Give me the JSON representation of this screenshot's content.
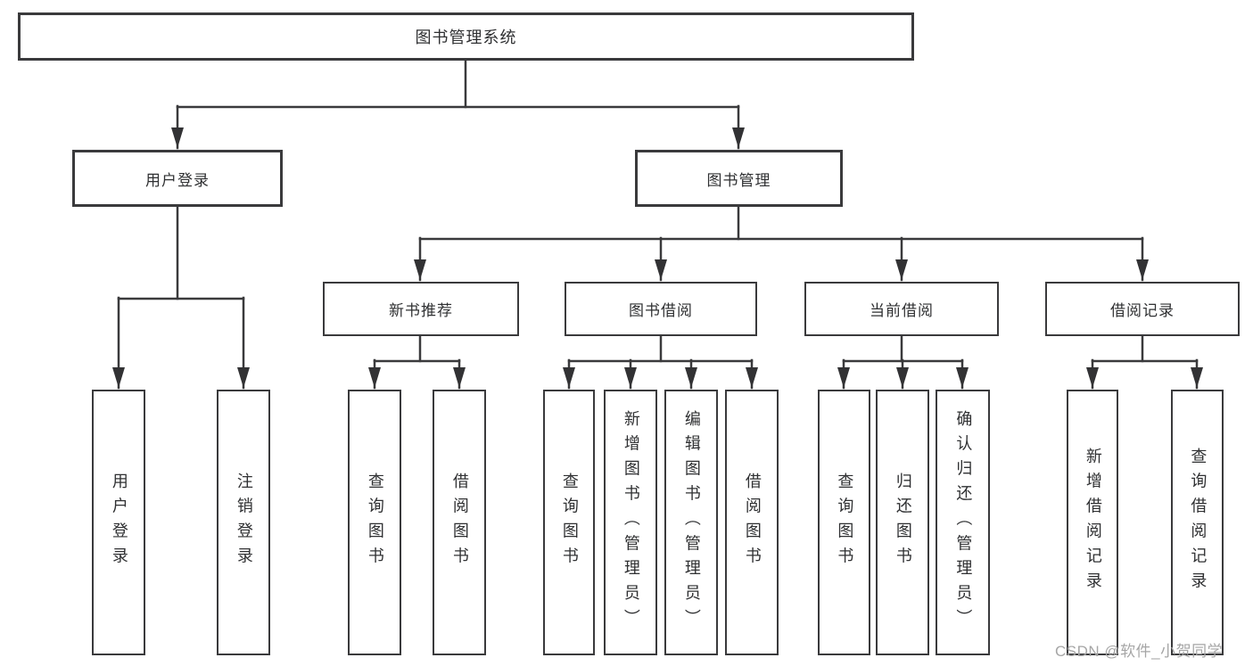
{
  "tree": {
    "label": "图书管理系统",
    "children": [
      {
        "label": "用户登录",
        "children": [
          {
            "label": "用户登录"
          },
          {
            "label": "注销登录"
          }
        ]
      },
      {
        "label": "图书管理",
        "children": [
          {
            "label": "新书推荐",
            "children": [
              {
                "label": "查询图书"
              },
              {
                "label": "借阅图书"
              }
            ]
          },
          {
            "label": "图书借阅",
            "children": [
              {
                "label": "查询图书"
              },
              {
                "label": "新增图书（管理员）"
              },
              {
                "label": "编辑图书（管理员）"
              },
              {
                "label": "借阅图书"
              }
            ]
          },
          {
            "label": "当前借阅",
            "children": [
              {
                "label": "查询图书"
              },
              {
                "label": "归还图书"
              },
              {
                "label": "确认归还（管理员）"
              }
            ]
          },
          {
            "label": "借阅记录",
            "children": [
              {
                "label": "新增借阅记录"
              },
              {
                "label": "查询借阅记录"
              }
            ]
          }
        ]
      }
    ]
  },
  "watermark": {
    "text": "CSDN @软件_小贺同学"
  },
  "colors": {
    "line": "#3a3a3c",
    "text": "#2f3032",
    "background": "#ffffff",
    "watermark": "#a6a6a6"
  }
}
